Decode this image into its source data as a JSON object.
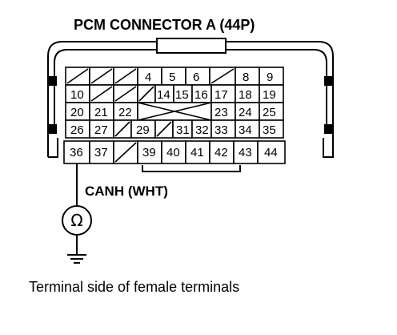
{
  "title": "PCM CONNECTOR A (44P)",
  "probe_label": "CANH (WHT)",
  "caption": "Terminal side of female terminals",
  "meter_symbol": "Ω",
  "ground_icon": "ground-symbol",
  "connector": {
    "rows": [
      [
        "",
        "",
        "",
        "4",
        "5",
        "6",
        "",
        "8",
        "9"
      ],
      [
        "10",
        "",
        "",
        "",
        "14",
        "15",
        "16",
        "17",
        "18",
        "19"
      ],
      [
        "20",
        "21",
        "22",
        "",
        "",
        "",
        "",
        "23",
        "24",
        "25"
      ],
      [
        "26",
        "27",
        "",
        "29",
        "",
        "31",
        "32",
        "33",
        "34",
        "35"
      ],
      [
        "36",
        "37",
        "",
        "39",
        "40",
        "41",
        "42",
        "43",
        "44"
      ]
    ]
  }
}
